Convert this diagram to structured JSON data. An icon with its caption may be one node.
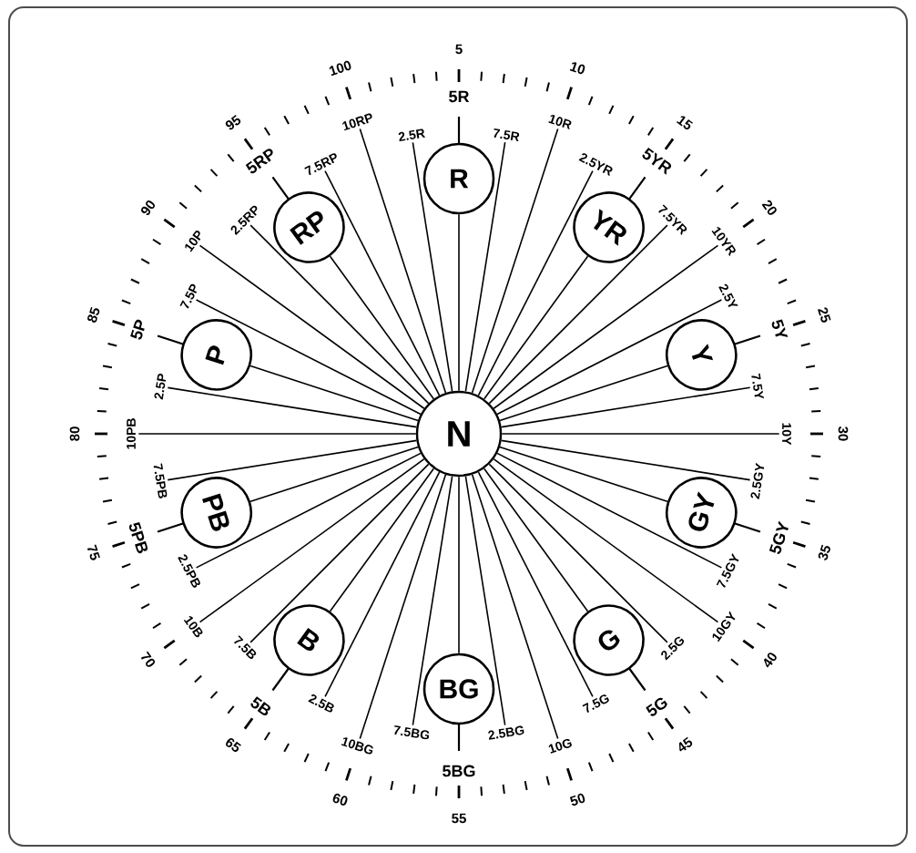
{
  "diagram": {
    "nodes": [
      {
        "text": [
          "N"
        ]
      },
      {
        "text": [
          "R"
        ],
        "beside": [
          "5R"
        ]
      },
      {
        "text": [
          "YR"
        ],
        "beside": [
          "5YR"
        ]
      },
      {
        "text": [
          "Y"
        ],
        "beside": [
          "5Y"
        ]
      },
      {
        "text": [
          "GY"
        ],
        "beside": [
          "5GY"
        ]
      },
      {
        "text": [
          "G"
        ],
        "beside": [
          "5G"
        ]
      },
      {
        "text": [
          "BG"
        ],
        "beside": [
          "5BG"
        ]
      },
      {
        "text": [
          "B"
        ],
        "beside": [
          "5B"
        ]
      },
      {
        "text": [
          "PB"
        ],
        "beside": [
          "5PB"
        ]
      },
      {
        "text": [
          "P"
        ],
        "beside": [
          "5P"
        ]
      },
      {
        "text": [
          "RP"
        ],
        "beside": [
          "5RP"
        ]
      },
      {
        "text": [
          "2.5R"
        ]
      },
      {
        "text": [
          "7.5R"
        ]
      },
      {
        "text": [
          "10R"
        ]
      },
      {
        "text": [
          "2.5YR"
        ]
      },
      {
        "text": [
          "7.5YR"
        ]
      },
      {
        "text": [
          "10YR"
        ]
      },
      {
        "text": [
          "2.5Y"
        ]
      },
      {
        "text": [
          "7.5Y"
        ]
      },
      {
        "text": [
          "10Y"
        ]
      },
      {
        "text": [
          "2.5GY"
        ]
      },
      {
        "text": [
          "7.5GY"
        ]
      },
      {
        "text": [
          "10GY"
        ]
      },
      {
        "text": [
          "2.5G"
        ]
      },
      {
        "text": [
          "7.5G"
        ]
      },
      {
        "text": [
          "10G"
        ]
      },
      {
        "text": [
          "2.5BG"
        ]
      },
      {
        "text": [
          "7.5BG"
        ]
      },
      {
        "text": [
          "10BG"
        ]
      },
      {
        "text": [
          "2.5B"
        ]
      },
      {
        "text": [
          "7.5B"
        ]
      },
      {
        "text": [
          "10B"
        ]
      },
      {
        "text": [
          "2.5PB"
        ]
      },
      {
        "text": [
          "7.5PB"
        ]
      },
      {
        "text": [
          "10PB"
        ]
      },
      {
        "text": [
          "2.5P"
        ]
      },
      {
        "text": [
          "7.5P"
        ]
      },
      {
        "text": [
          "10P"
        ]
      },
      {
        "text": [
          "2.5RP"
        ]
      },
      {
        "text": [
          "7.5RP"
        ]
      },
      {
        "text": [
          "10RP"
        ]
      }
    ],
    "edges": [
      {
        "from": 0,
        "to": 11,
        "arrow": "none"
      },
      {
        "from": 0,
        "to": 1,
        "arrow": "none"
      },
      {
        "from": 0,
        "to": 12,
        "arrow": "none"
      },
      {
        "from": 0,
        "to": 13,
        "arrow": "none"
      },
      {
        "from": 0,
        "to": 14,
        "arrow": "none"
      },
      {
        "from": 0,
        "to": 2,
        "arrow": "none"
      },
      {
        "from": 0,
        "to": 15,
        "arrow": "none"
      },
      {
        "from": 0,
        "to": 16,
        "arrow": "none"
      },
      {
        "from": 0,
        "to": 17,
        "arrow": "none"
      },
      {
        "from": 0,
        "to": 3,
        "arrow": "none"
      },
      {
        "from": 0,
        "to": 18,
        "arrow": "none"
      },
      {
        "from": 0,
        "to": 19,
        "arrow": "none"
      },
      {
        "from": 0,
        "to": 20,
        "arrow": "none"
      },
      {
        "from": 0,
        "to": 4,
        "arrow": "none"
      },
      {
        "from": 0,
        "to": 21,
        "arrow": "none"
      },
      {
        "from": 0,
        "to": 22,
        "arrow": "none"
      },
      {
        "from": 0,
        "to": 23,
        "arrow": "none"
      },
      {
        "from": 0,
        "to": 5,
        "arrow": "none"
      },
      {
        "from": 0,
        "to": 24,
        "arrow": "none"
      },
      {
        "from": 0,
        "to": 25,
        "arrow": "none"
      },
      {
        "from": 0,
        "to": 26,
        "arrow": "none"
      },
      {
        "from": 0,
        "to": 6,
        "arrow": "none"
      },
      {
        "from": 0,
        "to": 27,
        "arrow": "none"
      },
      {
        "from": 0,
        "to": 28,
        "arrow": "none"
      },
      {
        "from": 0,
        "to": 29,
        "arrow": "none"
      },
      {
        "from": 0,
        "to": 7,
        "arrow": "none"
      },
      {
        "from": 0,
        "to": 30,
        "arrow": "none"
      },
      {
        "from": 0,
        "to": 31,
        "arrow": "none"
      },
      {
        "from": 0,
        "to": 32,
        "arrow": "none"
      },
      {
        "from": 0,
        "to": 8,
        "arrow": "none"
      },
      {
        "from": 0,
        "to": 33,
        "arrow": "none"
      },
      {
        "from": 0,
        "to": 34,
        "arrow": "none"
      },
      {
        "from": 0,
        "to": 35,
        "arrow": "none"
      },
      {
        "from": 0,
        "to": 9,
        "arrow": "none"
      },
      {
        "from": 0,
        "to": 36,
        "arrow": "none"
      },
      {
        "from": 0,
        "to": 37,
        "arrow": "none"
      },
      {
        "from": 0,
        "to": 38,
        "arrow": "none"
      },
      {
        "from": 0,
        "to": 10,
        "arrow": "none"
      },
      {
        "from": 0,
        "to": 39,
        "arrow": "none"
      },
      {
        "from": 0,
        "to": 40,
        "arrow": "none"
      }
    ],
    "labels": [
      "5",
      "10",
      "15",
      "20",
      "25",
      "30",
      "35",
      "40",
      "45",
      "50",
      "55",
      "60",
      "65",
      "70",
      "75",
      "80",
      "85",
      "90",
      "95",
      "100"
    ]
  }
}
